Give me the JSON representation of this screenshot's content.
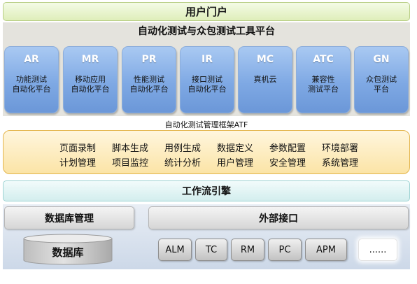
{
  "portal": {
    "title": "用户门户"
  },
  "platform": {
    "title": "自动化测试与众包测试工具平台",
    "tools": [
      {
        "code": "AR",
        "desc": "功能测试\n自动化平台"
      },
      {
        "code": "MR",
        "desc": "移动应用\n自动化平台"
      },
      {
        "code": "PR",
        "desc": "性能测试\n自动化平台"
      },
      {
        "code": "IR",
        "desc": "接口测试\n自动化平台"
      },
      {
        "code": "MC",
        "desc": "真机云"
      },
      {
        "code": "ATC",
        "desc": "兼容性\n测试平台"
      },
      {
        "code": "GN",
        "desc": "众包测试\n平台"
      }
    ]
  },
  "atf": {
    "label": "自动化测试管理框架ATF",
    "functions": [
      "页面录制",
      "脚本生成",
      "用例生成",
      "数据定义",
      "参数配置",
      "环境部署",
      "计划管理",
      "项目监控",
      "统计分析",
      "用户管理",
      "安全管理",
      "系统管理"
    ]
  },
  "workflow": {
    "title": "工作流引擎"
  },
  "database": {
    "header": "数据库管理",
    "name": "数据库"
  },
  "external": {
    "header": "外部接口",
    "items": [
      "ALM",
      "TC",
      "RM",
      "PC",
      "APM",
      "......"
    ]
  }
}
